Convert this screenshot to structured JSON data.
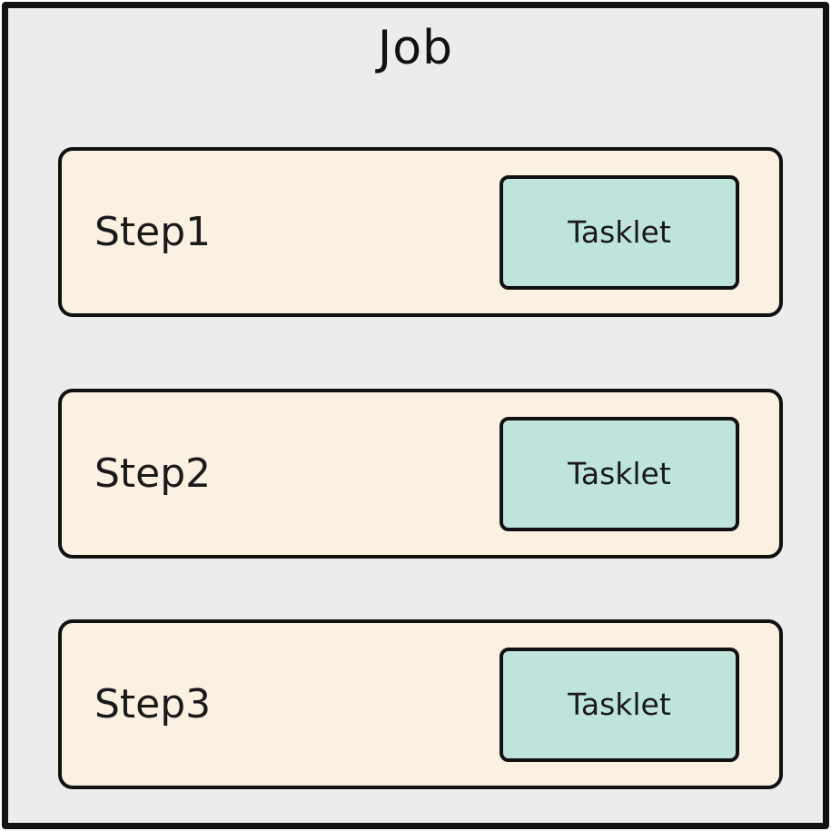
{
  "diagram": {
    "title": "Job",
    "steps": [
      {
        "label": "Step1",
        "tasklet_label": "Tasklet"
      },
      {
        "label": "Step2",
        "tasklet_label": "Tasklet"
      },
      {
        "label": "Step3",
        "tasklet_label": "Tasklet"
      }
    ],
    "colors": {
      "background": "#ececec",
      "step_fill": "#fbf1e2",
      "tasklet_fill": "#bfe4dc",
      "border": "#111111"
    }
  }
}
